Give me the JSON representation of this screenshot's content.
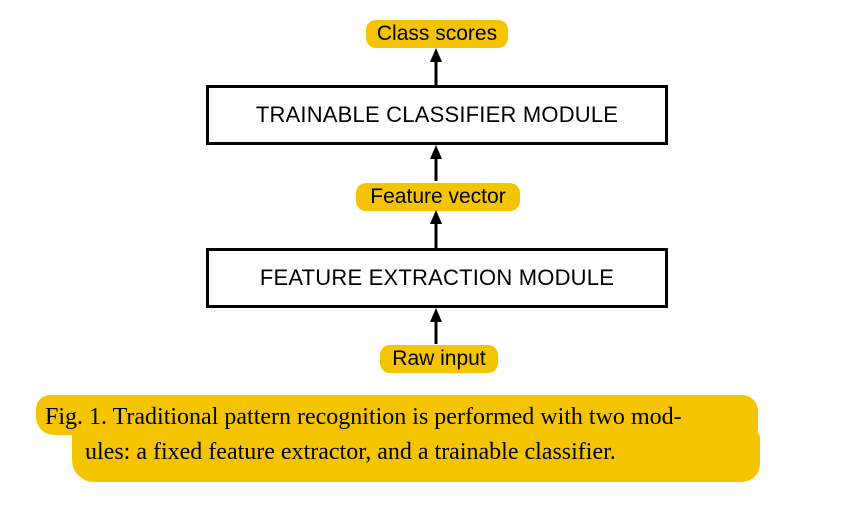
{
  "diagram": {
    "labels": {
      "top": "Class scores",
      "middle": "Feature vector",
      "bottom": "Raw input"
    },
    "modules": {
      "classifier": "TRAINABLE CLASSIFIER MODULE",
      "extractor": "FEATURE EXTRACTION MODULE"
    }
  },
  "caption": {
    "line1_main": "Fig. 1.  Traditional pattern recognition is performed with two",
    "line1_tail": " mod-",
    "line2": "ules: a fixed feature extractor, and a trainable classifier."
  },
  "colors": {
    "highlight": "#f5c400",
    "ink": "#000000"
  }
}
